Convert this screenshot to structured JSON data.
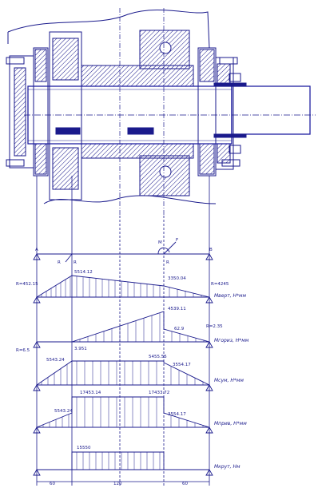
{
  "labels": {
    "support_a": "A",
    "support_b": "B",
    "force_ra": "R",
    "force_r1": "R",
    "force_r2": "R",
    "moment_m": "M",
    "force_fa": "F",
    "reaction_left_1": "R=452.15",
    "reaction_right_1": "R=4245",
    "value_5514": "5514.12",
    "value_3350": "3350.04",
    "diagram1_name": "Mверт, Н*мм",
    "value_4539": "4539.11",
    "value_629": "62.9",
    "reaction_left_2": "R=6.5",
    "reaction_right_2": "R=2.35",
    "value_3951": "3.951",
    "diagram2_name": "Mгориз, Н*мм",
    "value_5543_a": "5543.24",
    "value_5455": "5455.55",
    "value_3554_a": "3554.17",
    "diagram3_name": "Mсум, Н*мм",
    "value_5543_b": "5543.24",
    "value_17453": "17453.14",
    "value_17433": "17433.72",
    "value_3554_b": "3554.17",
    "diagram4_name": "Mприв, Н*мм",
    "value_15550": "15550",
    "diagram5_name": "Mкрут, Нм",
    "dim_left": "60",
    "dim_mid": "120",
    "dim_right": "60"
  },
  "colors": {
    "ink": "#1a1a8c",
    "shaft": "#2020a0"
  }
}
